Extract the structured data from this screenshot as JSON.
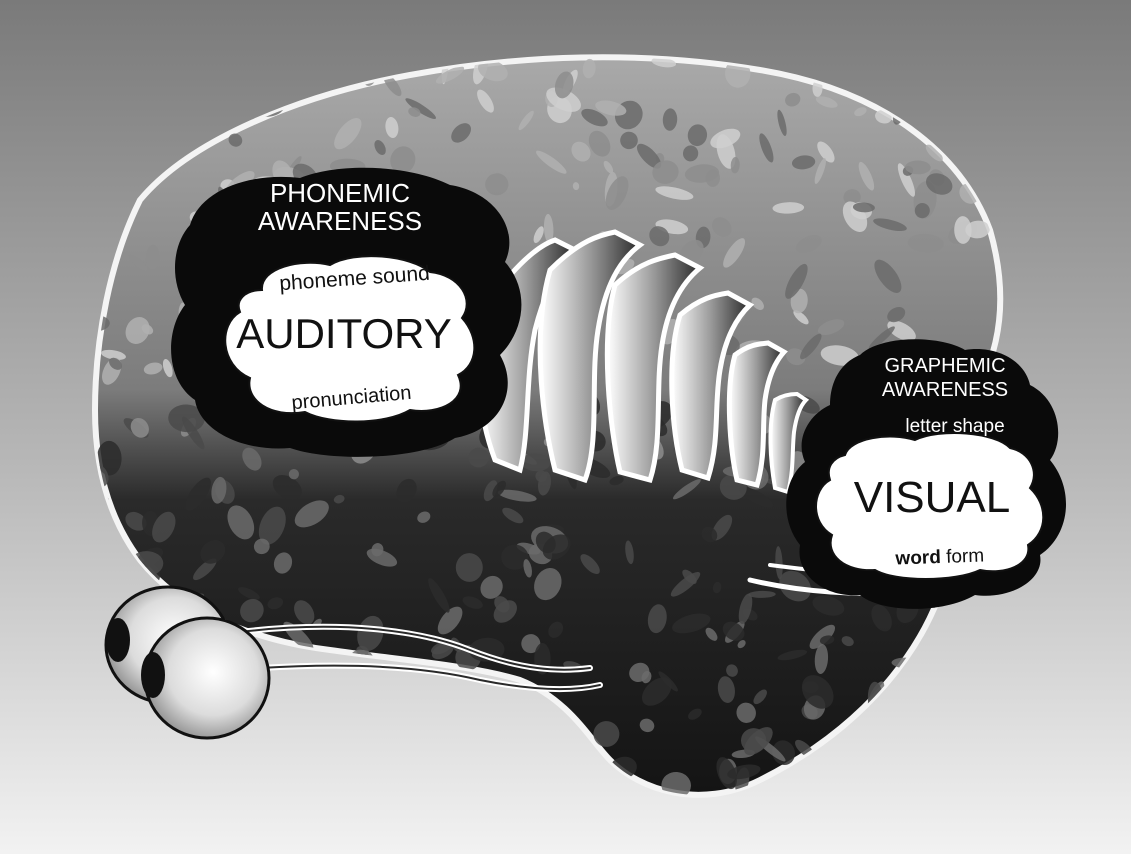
{
  "auditory": {
    "header_line1": "PHONEMIC",
    "header_line2": "AWARENESS",
    "top_label": "phoneme sound",
    "main_label": "AUDITORY",
    "bottom_label": "pronunciation"
  },
  "visual": {
    "header_line1": "GRAPHEMIC",
    "header_line2": "AWARENESS",
    "top_label": "letter shape",
    "main_label": "VISUAL",
    "bottom_label_bold": "word",
    "bottom_label_rest": " form"
  },
  "colors": {
    "background_top": "#7a7a7a",
    "background_bottom": "#f0f0f0",
    "brain_dark": "#1c1c1c",
    "brain_mid": "#6f6f6f",
    "brain_light": "#bdbdbd",
    "bubble_dark": "#0a0a0a",
    "bubble_light": "#ffffff"
  },
  "icons": {
    "eyes": "eyeballs-icon",
    "waves": "brainwave-ribbons-icon"
  }
}
